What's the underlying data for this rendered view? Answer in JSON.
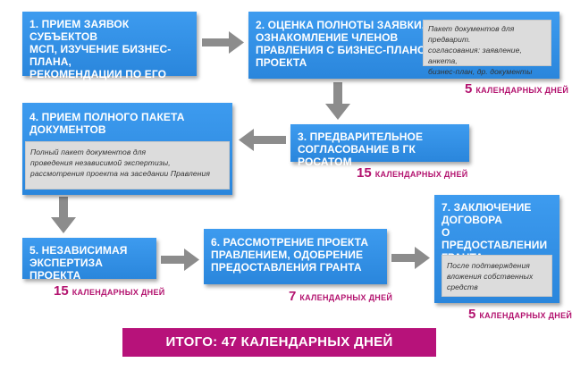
{
  "steps": [
    {
      "title": "1. ПРИЕМ ЗАЯВОК СУБЪЕКТОВ\nМСП, ИЗУЧЕНИЕ БИЗНЕС-ПЛАНА,\nРЕКОМЕНДАЦИИ ПО ЕГО\nДОРАБОТКЕ"
    },
    {
      "title": "2. ОЦЕНКА ПОЛНОТЫ ЗАЯВКИ,\nОЗНАКОМЛЕНИЕ ЧЛЕНОВ\nПРАВЛЕНИЯ С БИЗНЕС-ПЛАНОМ\nПРОЕКТА",
      "note": "Пакет документов для предварит.\nсогласования: заявление, анкета,\nбизнес-план, др. документы",
      "days": "5",
      "unit": "КАЛЕНДАРНЫХ ДНЕЙ"
    },
    {
      "title": "3. ПРЕДВАРИТЕЛЬНОЕ\nСОГЛАСОВАНИЕ В ГК РОСАТОМ",
      "days": "15",
      "unit": "КАЛЕНДАРНЫХ ДНЕЙ"
    },
    {
      "title": "4. ПРИЕМ ПОЛНОГО ПАКЕТА\nДОКУМЕНТОВ",
      "note": "Полный пакет документов для\nпроведения независимой экспертизы,\nрассмотрения проекта на заседании Правления"
    },
    {
      "title": "5. НЕЗАВИСИМАЯ\nЭКСПЕРТИЗА ПРОЕКТА",
      "days": "15",
      "unit": "КАЛЕНДАРНЫХ ДНЕЙ"
    },
    {
      "title": "6. РАССМОТРЕНИЕ ПРОЕКТА\nПРАВЛЕНИЕМ, ОДОБРЕНИЕ\nПРЕДОСТАВЛЕНИЯ ГРАНТА",
      "days": "7",
      "unit": "КАЛЕНДАРНЫХ ДНЕЙ"
    },
    {
      "title": "7. ЗАКЛЮЧЕНИЕ\nДОГОВОРА\nО ПРЕДОСТАВЛЕНИИ\nГРАНТА",
      "note": "После подтверждения\nвложения собственных\nсредств",
      "days": "5",
      "unit": "КАЛЕНДАРНЫХ ДНЕЙ"
    }
  ],
  "total": "ИТОГО: 47 КАЛЕНДАРНЫХ ДНЕЙ",
  "colors": {
    "box": "#2e8fe6",
    "accent": "#b3136f",
    "total_bg": "#b7127a",
    "arrow": "#8c8c8c",
    "note": "#dcdcdc"
  }
}
